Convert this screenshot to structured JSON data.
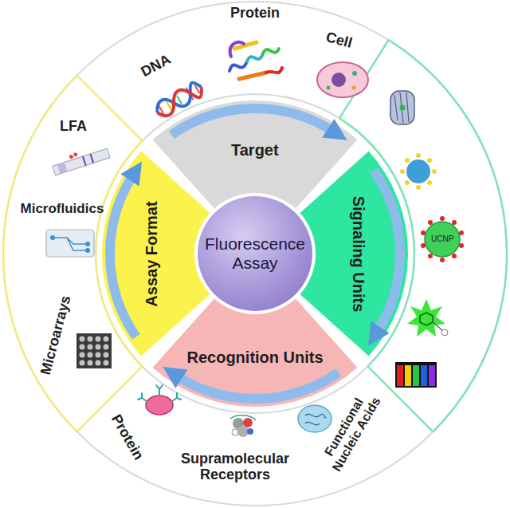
{
  "diagram": {
    "nodes": [
      {
        "text": [
          "Fluorescence Assay"
        ]
      },
      {
        "text": [
          "Target"
        ]
      },
      {
        "text": [
          "Signaling Units"
        ]
      },
      {
        "text": [
          "Recognition Units"
        ]
      },
      {
        "text": [
          "Assay Format"
        ]
      }
    ],
    "edges": [
      {
        "from": 1,
        "to": 2,
        "arrow": "to"
      },
      {
        "from": 2,
        "to": 3,
        "arrow": "to"
      },
      {
        "from": 3,
        "to": 4,
        "arrow": "to"
      },
      {
        "from": 4,
        "to": 1,
        "arrow": "to"
      }
    ],
    "labels": [
      "Protein",
      "DNA",
      "Cell",
      "LFA",
      "Microfluidics",
      "Microarrays",
      "Protein",
      "Supramolecular Receptors",
      "Functional Nucleic Acids",
      "UCNP"
    ]
  }
}
